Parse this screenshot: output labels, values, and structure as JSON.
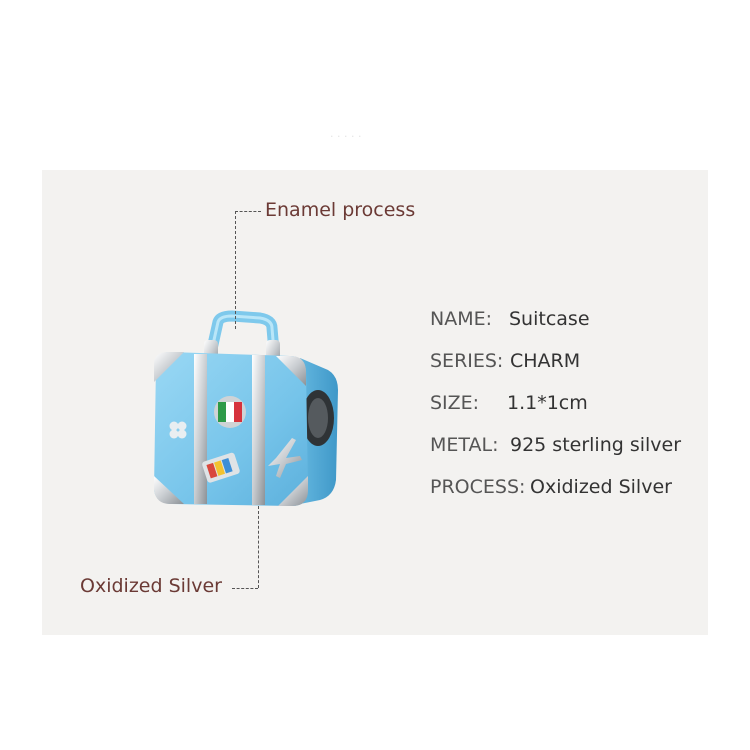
{
  "callouts": {
    "top": "Enamel process",
    "bottom": "Oxidized Silver"
  },
  "specs": [
    {
      "key": "NAME:",
      "value": "Suitcase"
    },
    {
      "key": "SERIES:",
      "value": "CHARM"
    },
    {
      "key": "SIZE:",
      "value": "1.1*1cm"
    },
    {
      "key": "METAL:",
      "value": "925 sterling silver"
    },
    {
      "key": "PROCESS:",
      "value": "Oxidized Silver"
    }
  ],
  "product": {
    "name": "suitcase-charm",
    "colors": {
      "enamel": "#7ec9ec",
      "silver": "#d9dde0",
      "dark_silver": "#6c7075"
    }
  }
}
